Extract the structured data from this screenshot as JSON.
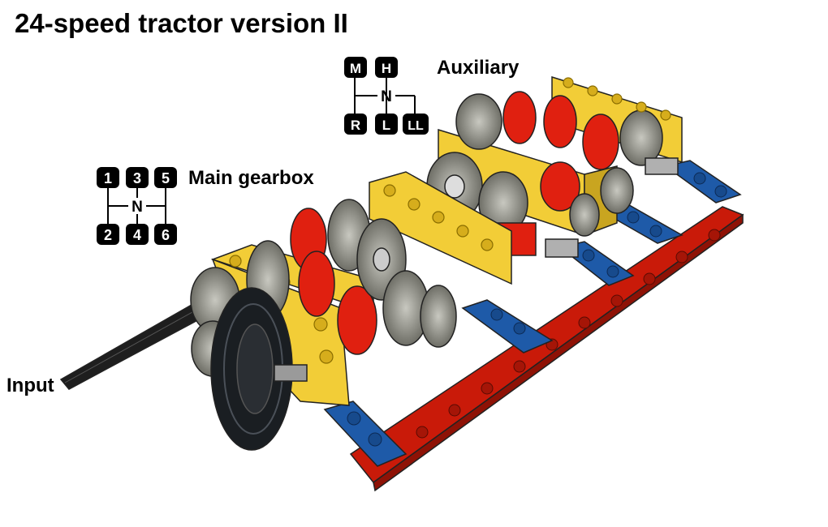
{
  "title": "24-speed tractor version II",
  "labels": {
    "auxiliary": "Auxiliary",
    "main_gearbox": "Main gearbox",
    "input": "Input"
  },
  "main_pattern": {
    "top": [
      "1",
      "3",
      "5"
    ],
    "neutral": "N",
    "bottom": [
      "2",
      "4",
      "6"
    ]
  },
  "aux_pattern": {
    "top": [
      "M",
      "H"
    ],
    "neutral": "N",
    "bottom": [
      "R",
      "L",
      "LL"
    ]
  },
  "colors": {
    "frame_yellow": "#f2cd37",
    "gear_red": "#e02010",
    "plate_blue": "#1e5aa8",
    "plate_red": "#c91a09",
    "gear_grey": "#8a8a80",
    "tire_black": "#1a1e22"
  }
}
